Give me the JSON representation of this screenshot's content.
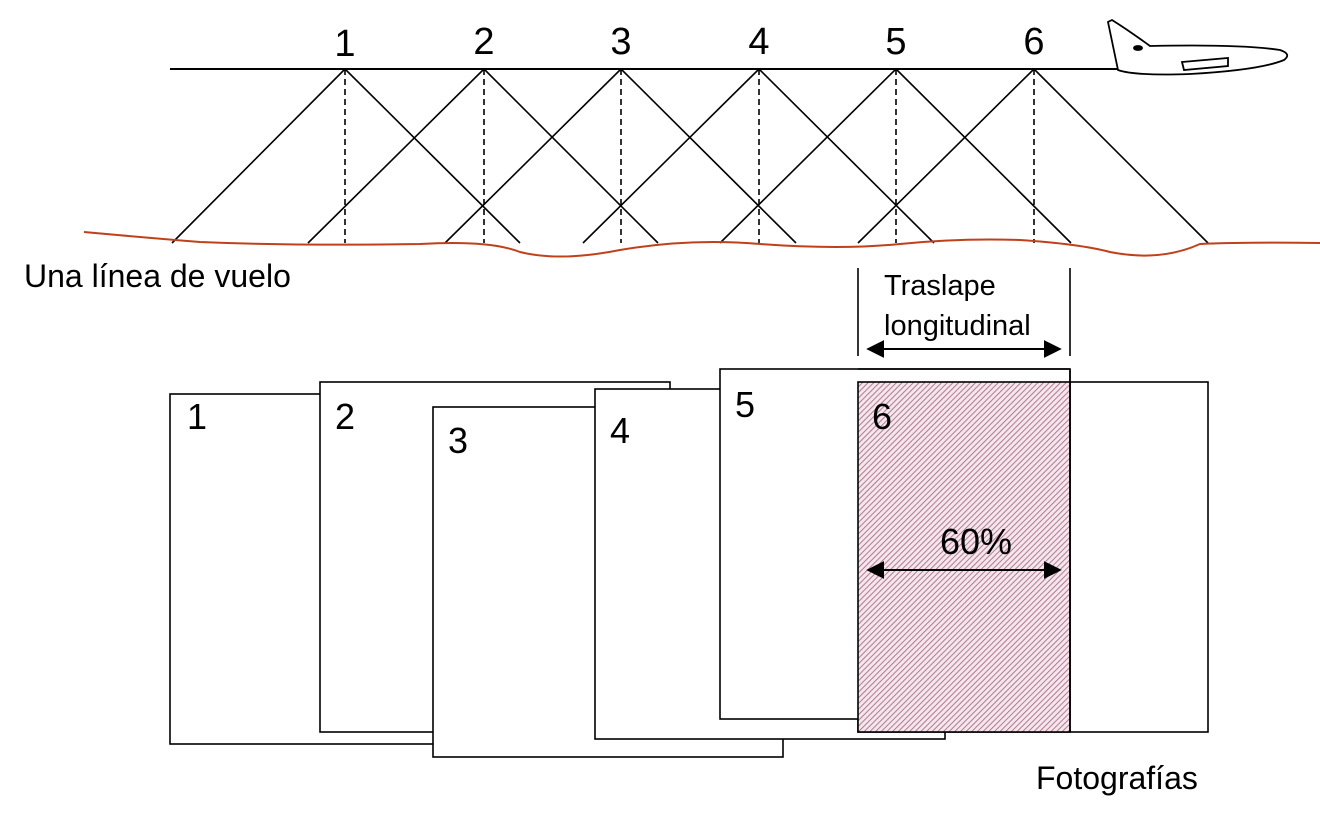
{
  "flight_line": {
    "caption": "Una línea de vuelo",
    "station_labels": [
      "1",
      "2",
      "3",
      "4",
      "5",
      "6"
    ]
  },
  "overlap": {
    "label_line1": "Traslape",
    "label_line2": "longitudinal",
    "percent_label": "60%"
  },
  "photos": {
    "caption": "Fotografías",
    "labels": [
      "1",
      "2",
      "3",
      "4",
      "5",
      "6"
    ]
  },
  "icons": {
    "airplane": "airplane-icon"
  },
  "colors": {
    "terrain": "#c0401a",
    "overlap_hatch": "#a0607a",
    "line": "#000000"
  }
}
